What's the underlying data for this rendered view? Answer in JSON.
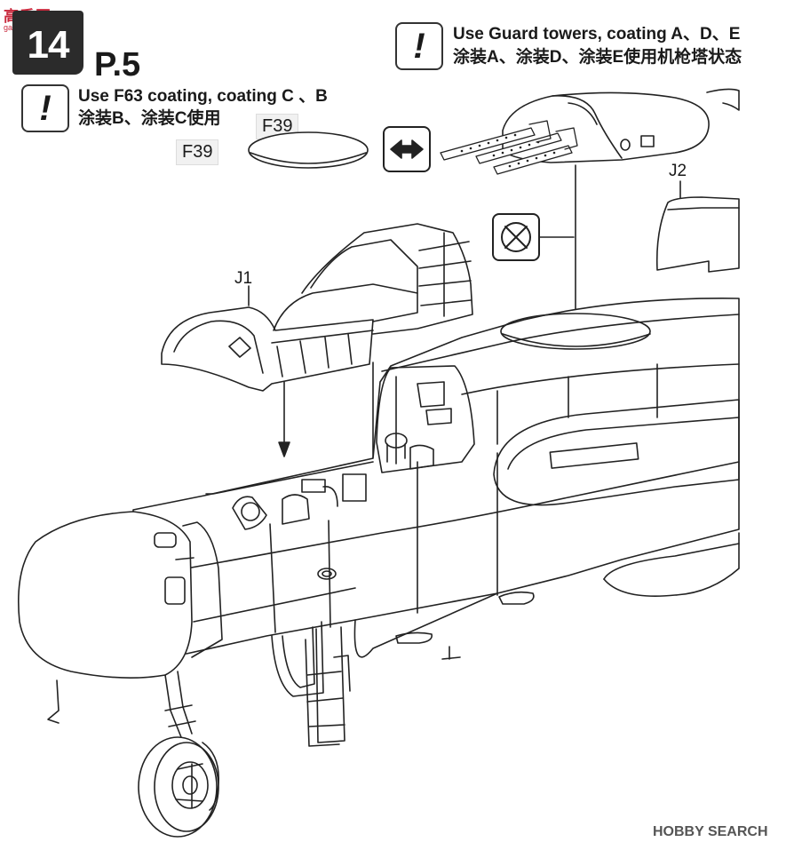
{
  "header": {
    "step_number": "14",
    "page_ref": "P.5",
    "watermark_top": "高手网",
    "watermark_sub": "gao-shou.com",
    "watermark_bottom": "HOBBY SEARCH"
  },
  "notes": {
    "left": {
      "icon": "!",
      "line1": "Use F63 coating, coating C 、B",
      "line2": "涂装B、涂装C使用"
    },
    "right": {
      "icon": "!",
      "line1": "Use Guard towers, coating A、D、E",
      "line2": "涂装A、涂装D、涂装E使用机枪塔状态"
    }
  },
  "parts": {
    "f39_a": "F39",
    "f39_b": "F39",
    "j1": "J1",
    "j2": "J2"
  },
  "icons": {
    "swap": "swap-arrows-icon",
    "no_glue": "no-glue-icon",
    "warning": "exclamation-icon"
  },
  "colors": {
    "step_badge": "#2b2b2b",
    "line": "#222222",
    "watermark": "#c8283c"
  }
}
